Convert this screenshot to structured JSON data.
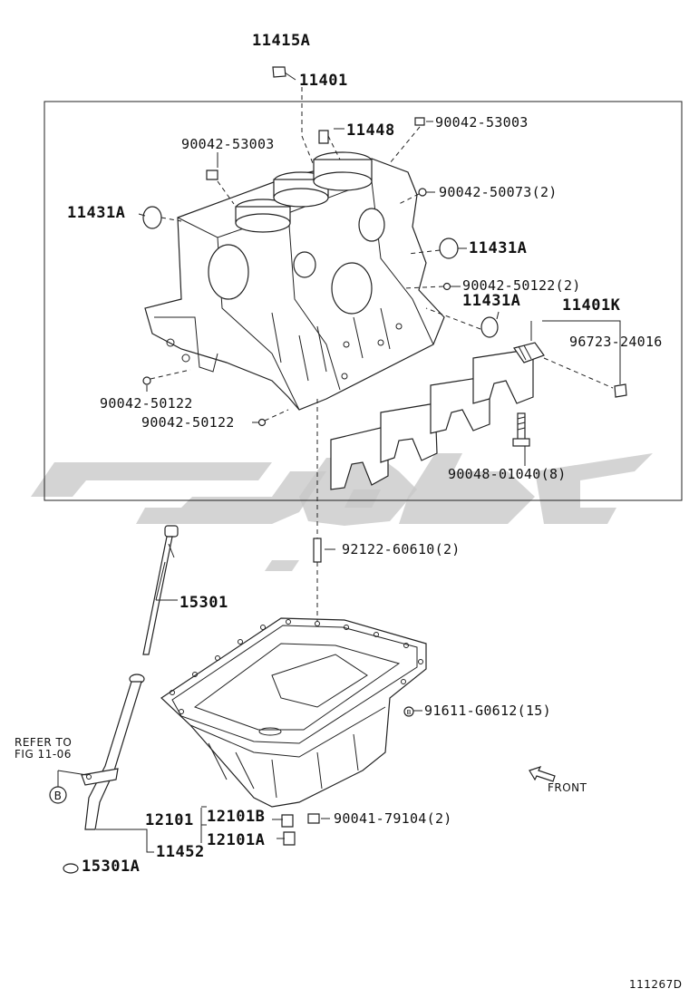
{
  "labels": {
    "p11415A": "11415A",
    "p11401": "11401",
    "p11448": "11448",
    "p90042_53003_a": "90042-53003",
    "p90042_53003_b": "90042-53003",
    "p90042_50073": "90042-50073(2)",
    "p11431A_left": "11431A",
    "p11431A_right1": "11431A",
    "p90042_50122_2": "90042-50122(2)",
    "p11431A_right2": "11431A",
    "p11401K": "11401K",
    "p96723": "96723-24016",
    "p90042_50122_a": "90042-50122",
    "p90042_50122_b": "90042-50122",
    "p90048": "90048-01040(8)",
    "p92122": "92122-60610(2)",
    "p15301": "15301",
    "p91611": "91611-G0612(15)",
    "refer_line1": "REFER TO",
    "refer_line2": "FIG 11-06",
    "callout_b": "B",
    "callout_b2": "B",
    "front": "FRONT",
    "p12101": "12101",
    "p12101B": "12101B",
    "p90041": "90041-79104(2)",
    "p12101A": "12101A",
    "p11452": "11452",
    "p15301A": "15301A",
    "diagram_id": "111267D"
  },
  "icons": {
    "front_arrow": "front-direction-arrow-icon",
    "callout": "circle-callout-icon"
  }
}
